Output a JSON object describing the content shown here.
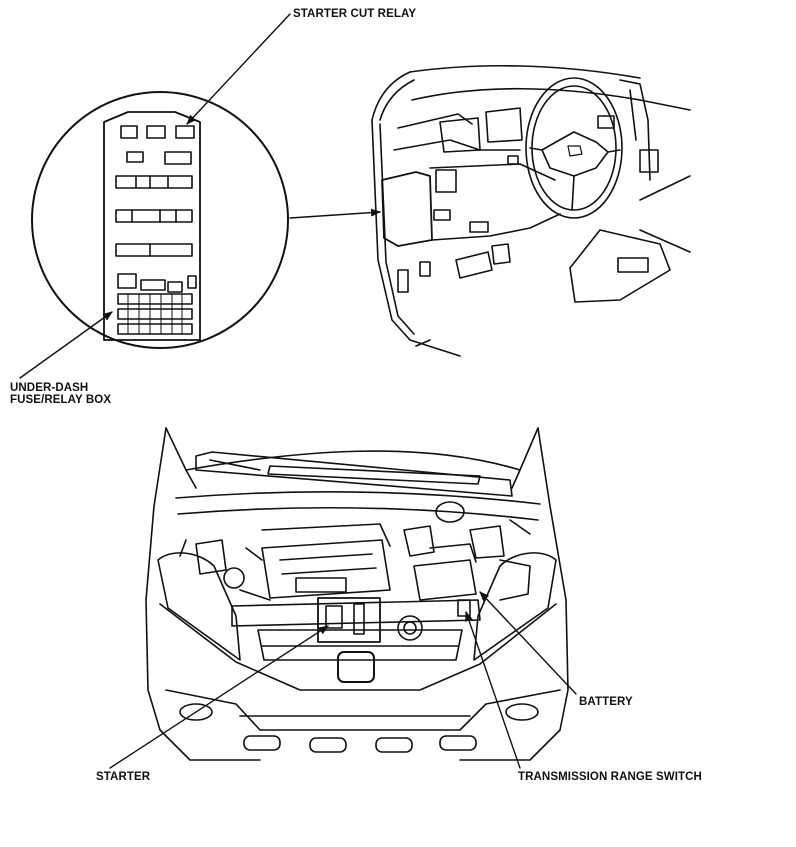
{
  "labels": {
    "starter_cut_relay": "STARTER CUT RELAY",
    "under_dash_line1": "UNDER-DASH",
    "under_dash_line2": "FUSE/RELAY BOX",
    "battery": "BATTERY",
    "starter": "STARTER",
    "transmission_range_switch": "TRANSMISSION RANGE SWITCH"
  }
}
